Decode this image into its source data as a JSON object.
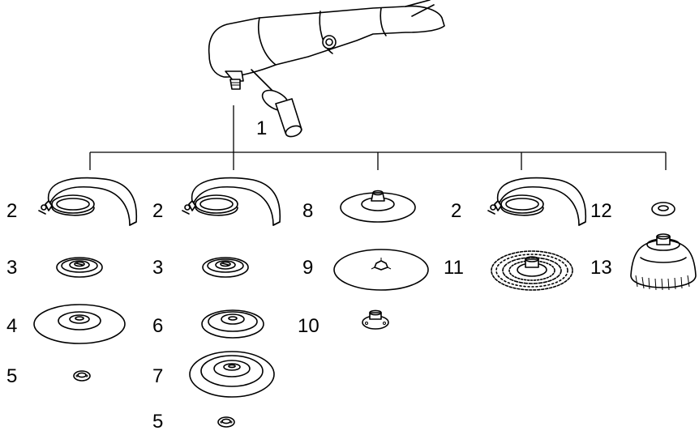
{
  "labels": {
    "tool": "1",
    "col1": [
      "2",
      "3",
      "4",
      "5"
    ],
    "col2": [
      "2",
      "3",
      "6",
      "7",
      "5"
    ],
    "col3": [
      "8",
      "9",
      "10"
    ],
    "col4": [
      "2",
      "11"
    ],
    "col5": [
      "12",
      "13"
    ]
  },
  "parts": {
    "tool": "angle-grinder",
    "handle": "side-handle",
    "guard": "wheel-guard",
    "flange": "inner-flange",
    "grinding_disc": "grinding-disc",
    "lock_nut": "lock-nut",
    "backing_pad": "rubber-backing-pad",
    "sanding_disc": "sanding-disc",
    "clamp_nut": "clamp-nut",
    "wire_wheel": "twist-knot-wire-wheel",
    "washer": "washer",
    "cup_brush": "wire-cup-brush"
  }
}
